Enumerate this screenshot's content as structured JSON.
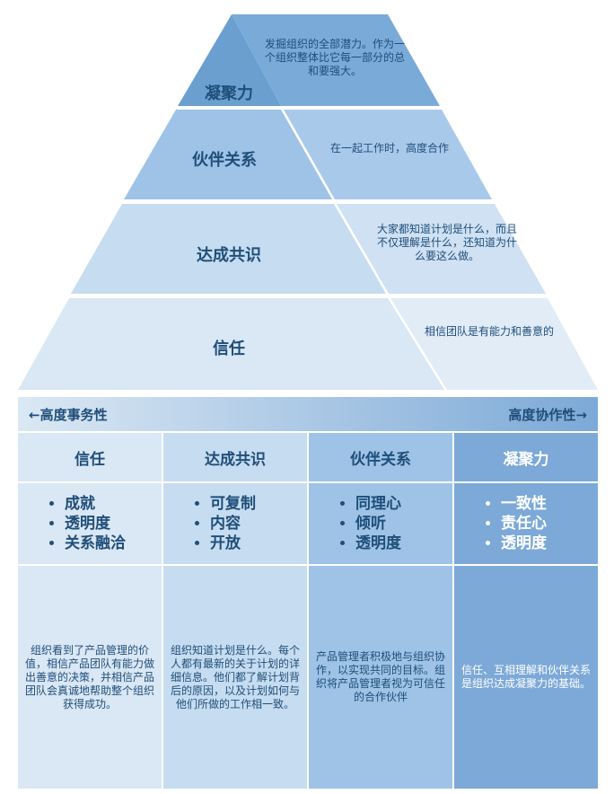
{
  "pyramid": {
    "levels": [
      {
        "label": "凝聚力",
        "desc": "发掘组织的全部潜力。作为一个组织整体比它每一部分的总和要强大。"
      },
      {
        "label": "伙伴关系",
        "desc": "在一起工作时，高度合作"
      },
      {
        "label": "达成共识",
        "desc": "大家都知道计划是什么，而且不仅理解是什么，还知道为什么要这么做。"
      },
      {
        "label": "信任",
        "desc": "相信团队是有能力和善意的"
      }
    ]
  },
  "scale": {
    "left": "←高度事务性",
    "right": "高度协作性→"
  },
  "columns": [
    {
      "title": "信任",
      "bullets": [
        "成就",
        "透明度",
        "关系融洽"
      ],
      "desc": "组织看到了产品管理的价值，相信产品团队有能力做出善意的决策，并相信产品团队会真诚地帮助整个组织获得成功。"
    },
    {
      "title": "达成共识",
      "bullets": [
        "可复制",
        "内容",
        "开放"
      ],
      "desc": "组织知道计划是什么。每个人都有最新的关于计划的详细信息。他们都了解计划背后的原因，以及计划如何与他们所做的工作相一致。"
    },
    {
      "title": "伙伴关系",
      "bullets": [
        "同理心",
        "倾听",
        "透明度"
      ],
      "desc": "产品管理者积极地与组织协作，以实现共同的目标。组织将产品管理者视为可信任的合作伙伴"
    },
    {
      "title": "凝聚力",
      "bullets": [
        "一致性",
        "责任心",
        "透明度"
      ],
      "desc": "信任、互相理解和伙伴关系是组织达成凝聚力的基础。"
    }
  ]
}
